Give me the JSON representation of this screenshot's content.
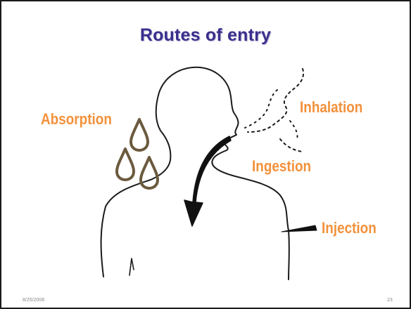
{
  "slide": {
    "title": "Routes of entry",
    "labels": {
      "absorption": "Absorption",
      "inhalation": "Inhalation",
      "ingestion": "Ingestion",
      "injection": "Injection"
    },
    "footer": {
      "date": "8/25/2008",
      "page": "23"
    }
  },
  "colors": {
    "title": "#3a2f8c",
    "label": "#f3913b",
    "line": "#1a1a1a",
    "droplet": "#6b5a3e"
  },
  "icons": [
    "body-outline",
    "droplet-icon",
    "arrow-down-icon",
    "needle-icon",
    "breath-dots"
  ]
}
